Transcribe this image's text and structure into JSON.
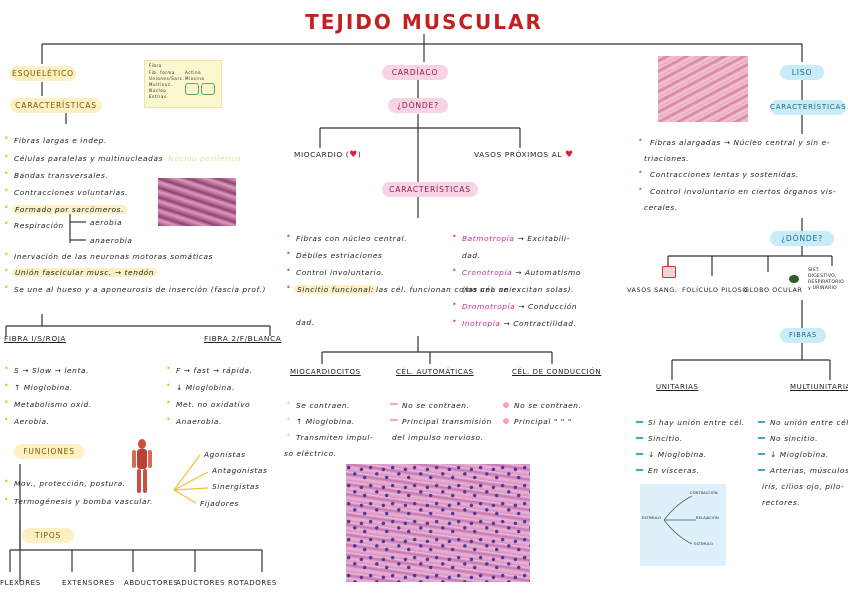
{
  "title": "TEJIDO MUSCULAR",
  "esqueletico": {
    "label": "ESQUELÉTICO",
    "caracteristicas_label": "CARACTERÍSTICAS",
    "items": [
      "Fibras largas e indep.",
      "Células paralelas y multinucleadas",
      "Bandas transversales.",
      "Contracciones voluntarias.",
      "Formado por sarcómeros.",
      "Respiración",
      "Inervación de las neuronas motoras somáticas",
      "Unión fascicular musc. → tendón",
      "Se une al hueso y a aponeurosis de inserción (fascia prof.)"
    ],
    "nucleo_note": "Núcleo periférico",
    "respiracion": [
      "aerobia",
      "anaerobia"
    ],
    "fibra1_label": "FIBRA I/S/ROJA",
    "fibra1_items": [
      "S → Slow → lenta.",
      "↑ Mioglobina.",
      "Metabolismo oxid.",
      "Aerobia."
    ],
    "fibra2_label": "FIBRA 2/F/BLANCA",
    "fibra2_items": [
      "F → fast → rápida.",
      "↓ Mioglobina.",
      "Met. no oxidativo",
      "Anaerobia."
    ],
    "funciones_label": "FUNCIONES",
    "funciones_items": [
      "Mov., protección, postura.",
      "Termogénesis y bomba vascular."
    ],
    "roles": [
      "Agonistas",
      "Antagonistas",
      "Sinergistas",
      "Fijadores"
    ],
    "tipos_label": "TIPOS",
    "tipos": [
      "FLEXORES",
      "EXTENSORES",
      "ABDUCTORES",
      "ADUCTORES",
      "ROTADORES"
    ],
    "note_card": [
      "Fibra",
      "Fib. forma",
      "Uniones/Sarc.",
      "Multinuc.",
      "Núcleo",
      "Estrías",
      "Actina",
      "Miosina"
    ]
  },
  "cardiaco": {
    "label": "CARDÍACO",
    "donde_label": "¿DÓNDE?",
    "donde": [
      "MIOCARDIO (",
      ")",
      "VASOS PRÓXIMOS AL"
    ],
    "caracteristicas_label": "CARACTERÍSTICAS",
    "left_items": [
      "Fibras con núcleo central.",
      "Débiles estriaciones",
      "Control involuntario.",
      "Sincitio funcional:",
      "las cél. funcionan como una uni-",
      "dad."
    ],
    "right_items": [
      [
        "Batmotropía",
        "→ Excitabili-"
      ],
      [
        "dad.",
        ""
      ],
      [
        "Cronotropía",
        "→ Automatismo"
      ],
      [
        "(las cél. se excitan solas).",
        ""
      ],
      [
        "Dromotropía",
        "→ Conducción"
      ],
      [
        "Inotropía",
        "→ Contractilidad."
      ]
    ],
    "types": [
      "MIOCARDIOCITOS",
      "CÉL. AUTOMÁTICAS",
      "CÉL. DE CONDUCCIÓN"
    ],
    "miocardiocitos": [
      "Se contraen.",
      "↑ Mioglobina.",
      "Transmiten impul-",
      "so eléctrico."
    ],
    "automaticas": [
      "No se contraen.",
      "Principal transmisión",
      "del impulso nervioso."
    ],
    "conduccion": [
      "No se contraen.",
      "Principal \" \" \""
    ]
  },
  "liso": {
    "label": "LISO",
    "caracteristicas_label": "CARACTERÍSTICAS",
    "items": [
      "Fibras alargadas → Núcleo central y sin e-",
      "triaciones.",
      "Contracciones lentas y sostenidas.",
      "Control involuntario en ciertos órganos vis-",
      "cerales."
    ],
    "donde_label": "¿DÓNDE?",
    "donde": [
      "VASOS SANG.",
      "FOLÍCULO PILOSO",
      "GLOBO OCULAR",
      "SIST. DIGESTIVO, RESPIRATORIO y URINARIO"
    ],
    "fibras_label": "FIBRAS",
    "unitarias_label": "UNITARIAS",
    "unitarias": [
      "Si hay unión entre cél.",
      "Sincitio.",
      "↓ Mioglobina.",
      "En vísceras."
    ],
    "multi_label": "MULTIUNITARIAS",
    "multi": [
      "No unión entre cél.",
      "No sincitio.",
      "↓ Mioglobina.",
      "Arterias, músculos,",
      "iris, cilios ojo, pilo-",
      "rectores."
    ],
    "mini": [
      "CONTRACCIÓN",
      "RELAJACIÓN",
      "ESTÍMULO"
    ]
  }
}
